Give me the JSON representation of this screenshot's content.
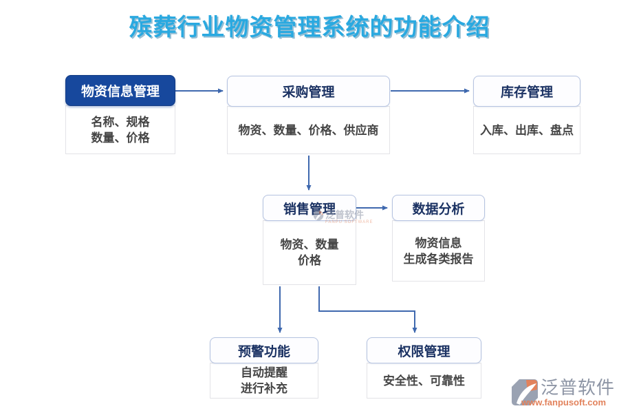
{
  "title": "殡葬行业物资管理系统的功能介绍",
  "colors": {
    "title": "#2aa9e0",
    "header_fill": "#17489d",
    "header_text": "#1b3263",
    "arrow": "#3e68ae",
    "body_text": "#454545",
    "logo_gray": "#8d95a5",
    "logo_orange": "#e2825c"
  },
  "nodes": {
    "material_info": {
      "label": "物资信息管理",
      "details": [
        "名称、规格",
        "数量、价格"
      ]
    },
    "purchase": {
      "label": "采购管理",
      "details": [
        "物资、数量、价格、供应商"
      ]
    },
    "inventory": {
      "label": "库存管理",
      "details": [
        "入库、出库、盘点"
      ]
    },
    "sales": {
      "label": "销售管理",
      "details": [
        "物资、数量",
        "价格"
      ]
    },
    "analysis": {
      "label": "数据分析",
      "details": [
        "物资信息",
        "生成各类报告"
      ]
    },
    "warning": {
      "label": "预警功能",
      "details": [
        "自动提醒",
        "进行补充"
      ]
    },
    "permission": {
      "label": "权限管理",
      "details": [
        "安全性、可靠性"
      ]
    }
  },
  "watermark": {
    "brand": "泛普软件",
    "subtext": "FANPU SOFTWARE"
  },
  "logo": {
    "brand": "泛普软件",
    "url": "www.fanpusoft.com"
  }
}
